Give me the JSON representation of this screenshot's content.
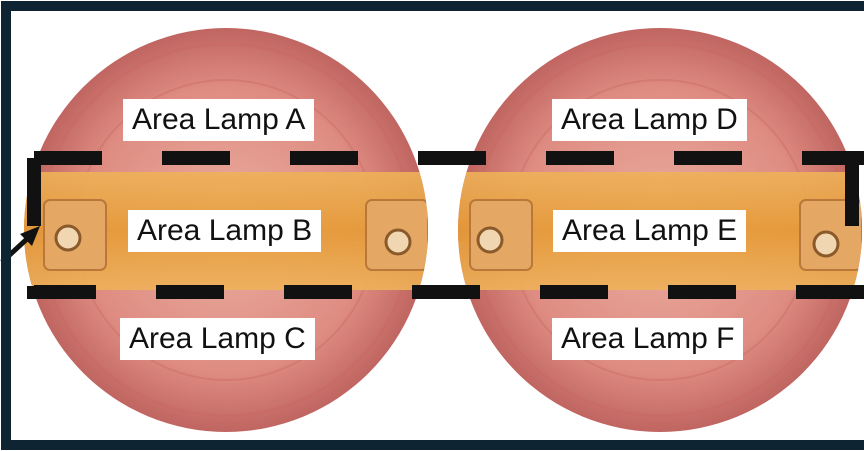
{
  "colors": {
    "frame": "#0e2433",
    "lamp_outer": "#c9544c",
    "lamp_inner": "#d97a6a",
    "amber_band": "#e8a33b",
    "dashed_box": "#111111"
  },
  "lamps": [
    {
      "name": "left-lamp",
      "labels": [
        "Area Lamp A",
        "Area Lamp B",
        "Area Lamp C"
      ]
    },
    {
      "name": "right-lamp",
      "labels": [
        "Area Lamp D",
        "Area Lamp E",
        "Area Lamp F"
      ]
    }
  ]
}
